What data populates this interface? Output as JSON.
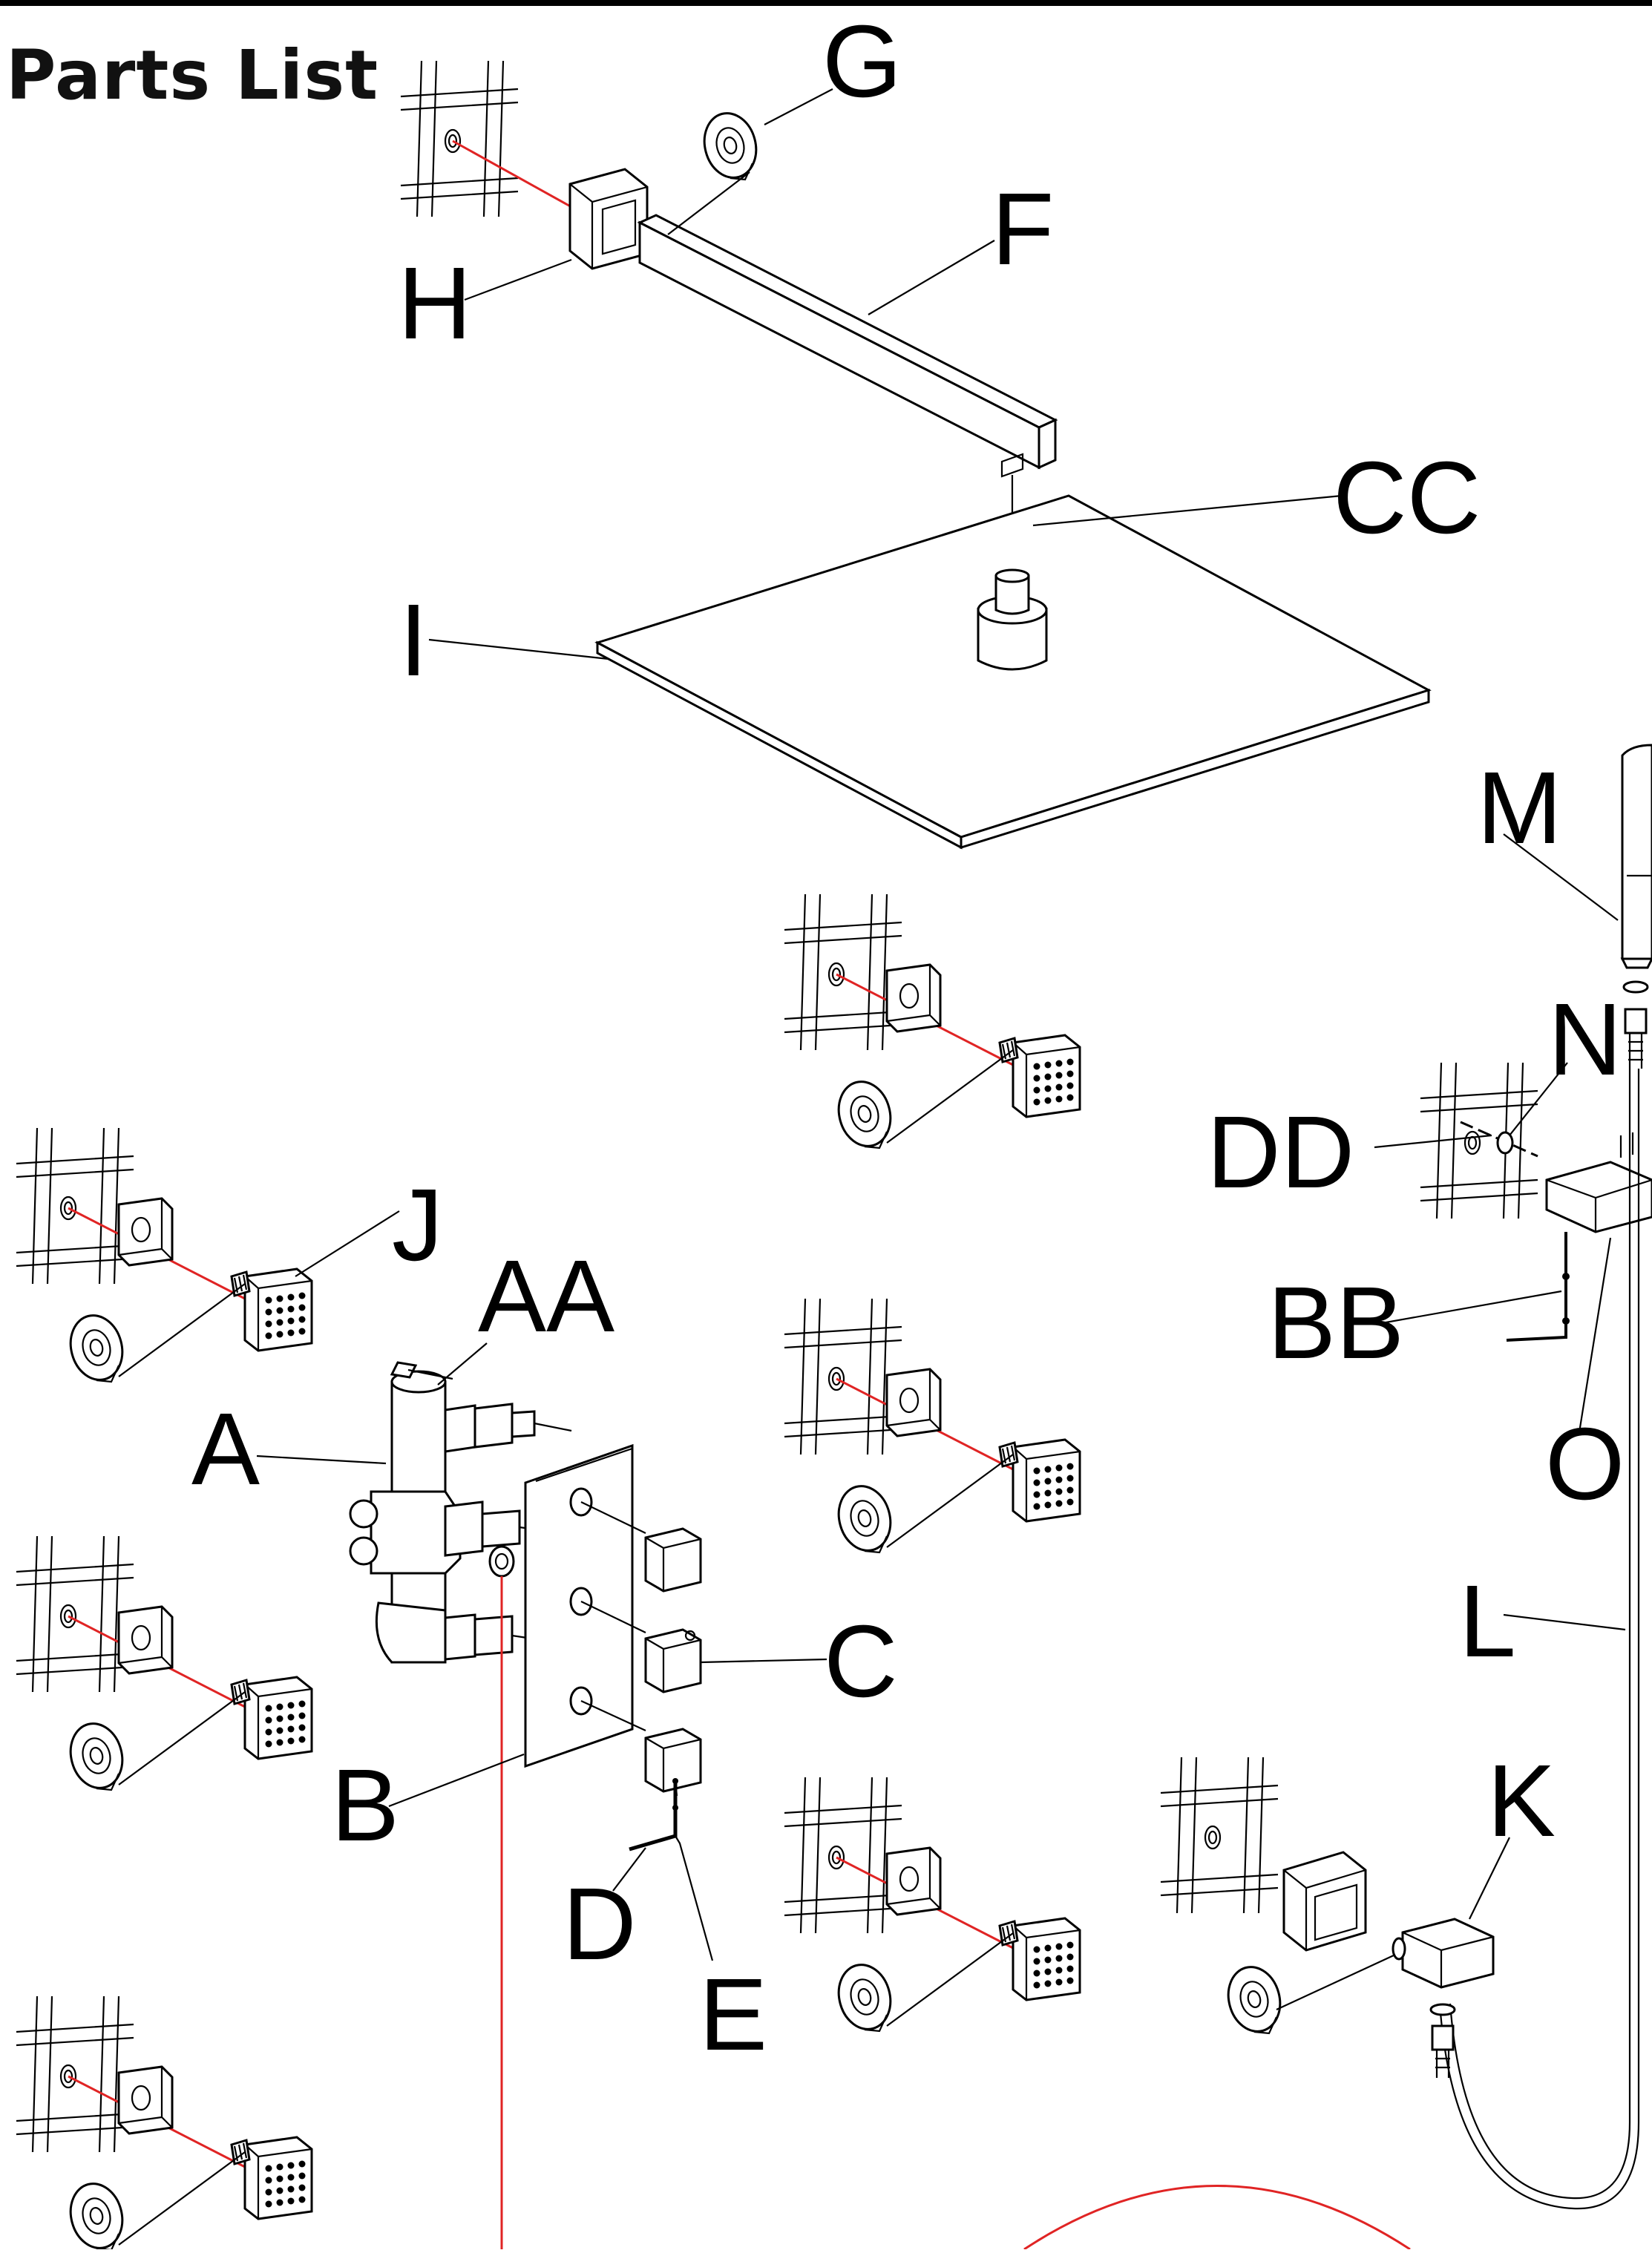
{
  "heading": "Parts List",
  "labels": {
    "A": "A",
    "AA": "AA",
    "B": "B",
    "BB": "BB",
    "C": "C",
    "CC": "CC",
    "D": "D",
    "DD": "DD",
    "E": "E",
    "F": "F",
    "G": "G",
    "H": "H",
    "I": "I",
    "J": "J",
    "K": "K",
    "L": "L",
    "M": "M",
    "N": "N",
    "O": "O"
  },
  "colors": {
    "line": "#000000",
    "guide": "#e02424",
    "background": "#ffffff"
  }
}
